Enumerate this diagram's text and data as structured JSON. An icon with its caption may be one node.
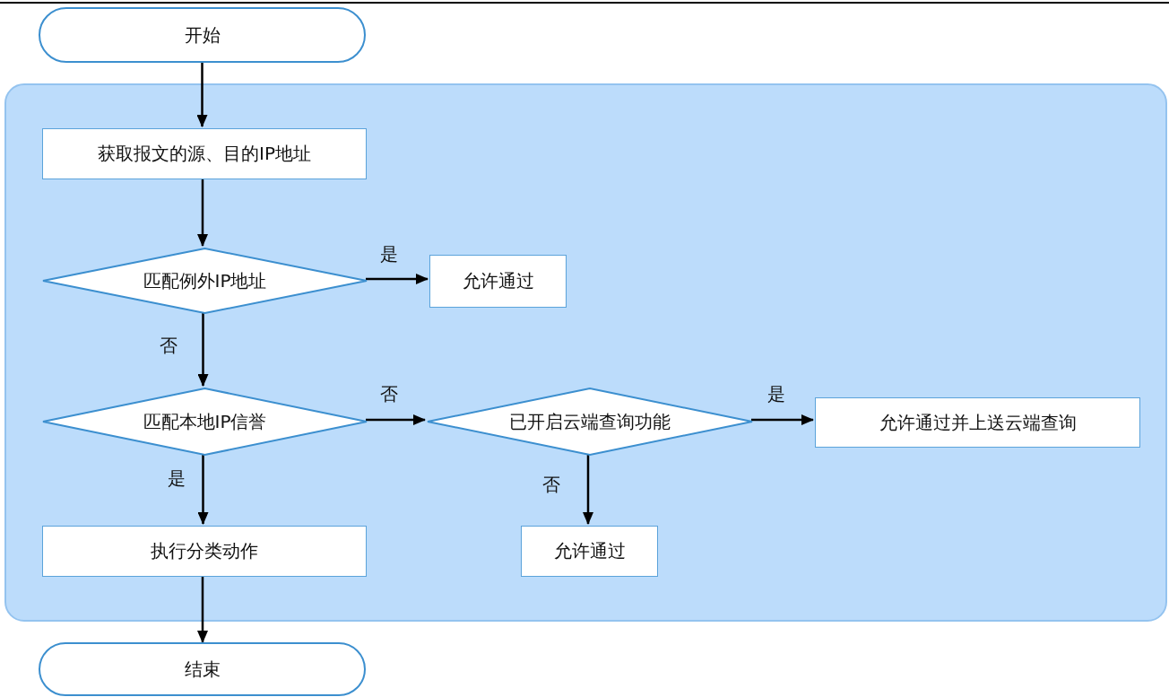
{
  "diagram": {
    "nodes": [
      {
        "text": [
          "开始"
        ]
      },
      {
        "text": [],
        "shape": "box"
      },
      {
        "text": [
          "获取报文的源、目的IP地址"
        ],
        "in": 1
      },
      {
        "text": [
          "匹配例外IP地址"
        ],
        "in": 1
      },
      {
        "text": [
          "允许通过"
        ],
        "in": 1
      },
      {
        "text": [
          "匹配本地IP信誉"
        ],
        "in": 1
      },
      {
        "text": [
          "已开启云端查询功能"
        ],
        "in": 1
      },
      {
        "text": [
          "允许通过并上送云端查询"
        ],
        "in": 1
      },
      {
        "text": [
          "执行分类动作"
        ],
        "in": 1
      },
      {
        "text": [
          "允许通过"
        ],
        "in": 1
      },
      {
        "text": [
          "结束"
        ]
      }
    ],
    "edges": [
      {
        "from": 0,
        "to": 2,
        "arrow": "to"
      },
      {
        "from": 2,
        "to": 3,
        "arrow": "to"
      },
      {
        "from": 3,
        "to": 4,
        "arrow": "to",
        "label": "是"
      },
      {
        "from": 3,
        "to": 5,
        "arrow": "to",
        "label": "否"
      },
      {
        "from": 5,
        "to": 6,
        "arrow": "to",
        "label": "否"
      },
      {
        "from": 6,
        "to": 7,
        "arrow": "to",
        "label": "是"
      },
      {
        "from": 6,
        "to": 9,
        "arrow": "to",
        "label": "否"
      },
      {
        "from": 5,
        "to": 8,
        "arrow": "to",
        "label": "是"
      },
      {
        "from": 8,
        "to": 10,
        "arrow": "to"
      }
    ]
  }
}
